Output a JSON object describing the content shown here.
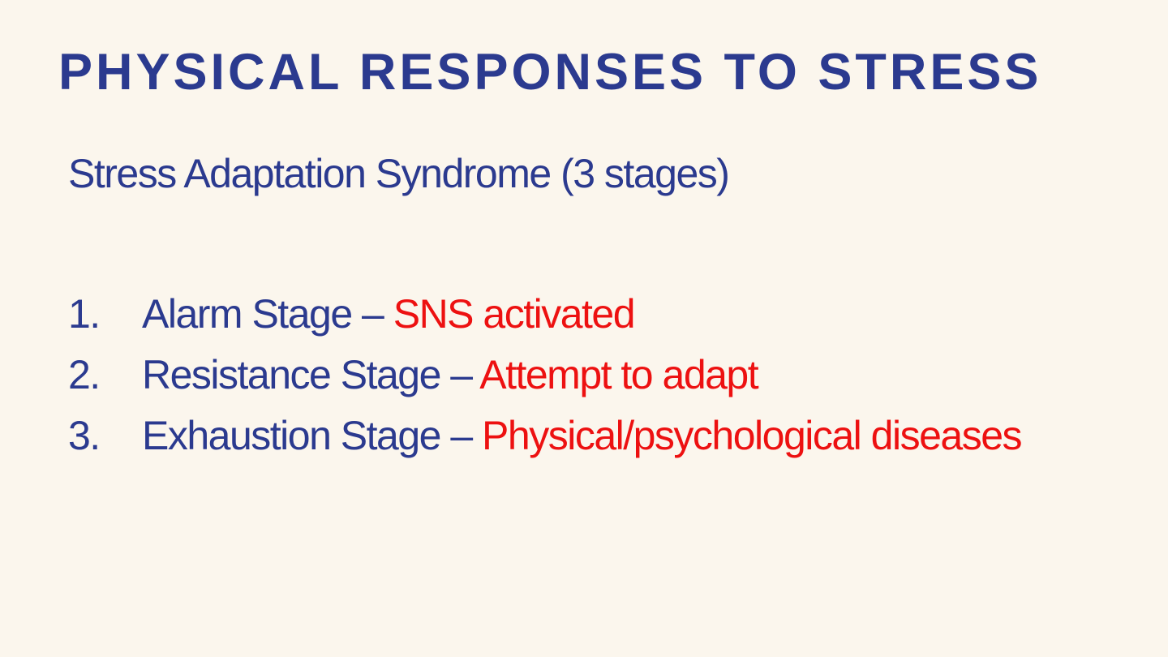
{
  "slide": {
    "colors": {
      "background": "#FBF6ED",
      "navy": "#2B3A8F",
      "red": "#ED1111"
    },
    "title": "PHYSICAL RESPONSES TO STRESS",
    "subtitle": "Stress Adaptation Syndrome (3 stages)",
    "list": [
      {
        "number": "1.",
        "lead": "Alarm Stage – ",
        "highlight": "SNS activated"
      },
      {
        "number": "2.",
        "lead": "Resistance Stage – ",
        "highlight": "Attempt to adapt"
      },
      {
        "number": "3.",
        "lead": "Exhaustion Stage – ",
        "highlight": "Physical/psychological diseases"
      }
    ]
  }
}
